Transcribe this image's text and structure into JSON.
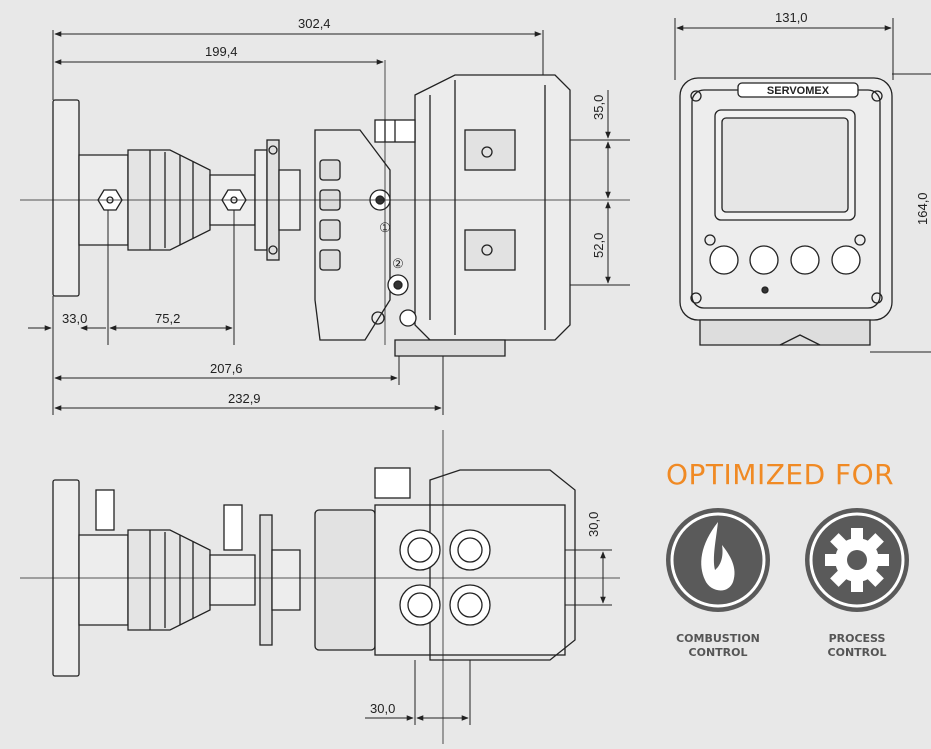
{
  "dimensions": {
    "overall_length": "302,4",
    "length_a": "199,4",
    "flange_offset": "33,0",
    "probe_section": "75,2",
    "length_b": "207,6",
    "length_c": "232,9",
    "top_to_port1": "35,0",
    "port_spacing": "52,0",
    "front_width": "131,0",
    "front_height": "164,0",
    "bottom_height": "30,0",
    "bottom_width": "30,0"
  },
  "front_view": {
    "brand": "SERVOMEX"
  },
  "ports": {
    "port1": "①",
    "port2": "②"
  },
  "optimized": {
    "heading": "OPTIMIZED FOR",
    "badges": [
      {
        "label_line1": "COMBUSTION",
        "label_line2": "CONTROL",
        "icon": "flame-icon"
      },
      {
        "label_line1": "PROCESS",
        "label_line2": "CONTROL",
        "icon": "gear-icon"
      }
    ]
  },
  "colors": {
    "accent": "#f08a24",
    "badge": "#5a5a5a",
    "line": "#222222"
  }
}
